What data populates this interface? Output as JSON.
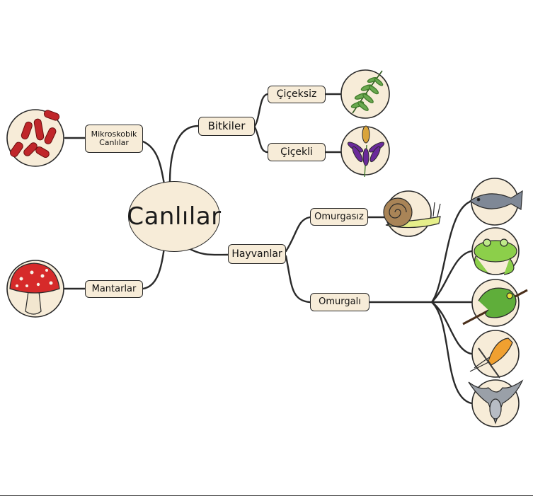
{
  "diagram": {
    "center": "Canlılar",
    "branches": {
      "microscopic": {
        "label_line1": "Mikroskobik",
        "label_line2": "Canlılar",
        "icon": "bacteria-icon"
      },
      "plants": {
        "label": "Bitkiler"
      },
      "flowerless": {
        "label": "Çiçeksiz",
        "icon": "fern-icon"
      },
      "flowering": {
        "label": "Çiçekli",
        "icon": "flower-icon"
      },
      "fungi": {
        "label": "Mantarlar",
        "icon": "mushroom-icon"
      },
      "animals": {
        "label": "Hayvanlar"
      },
      "invertebrates": {
        "label": "Omurgasız",
        "icon": "snail-icon"
      },
      "vertebrates": {
        "label": "Omurgalı",
        "icons": [
          "fish-icon",
          "frog-icon",
          "chameleon-icon",
          "bird-icon",
          "bat-icon"
        ]
      }
    },
    "colors": {
      "node_fill": "#f7ecd8",
      "line": "#2a2a2a"
    }
  }
}
